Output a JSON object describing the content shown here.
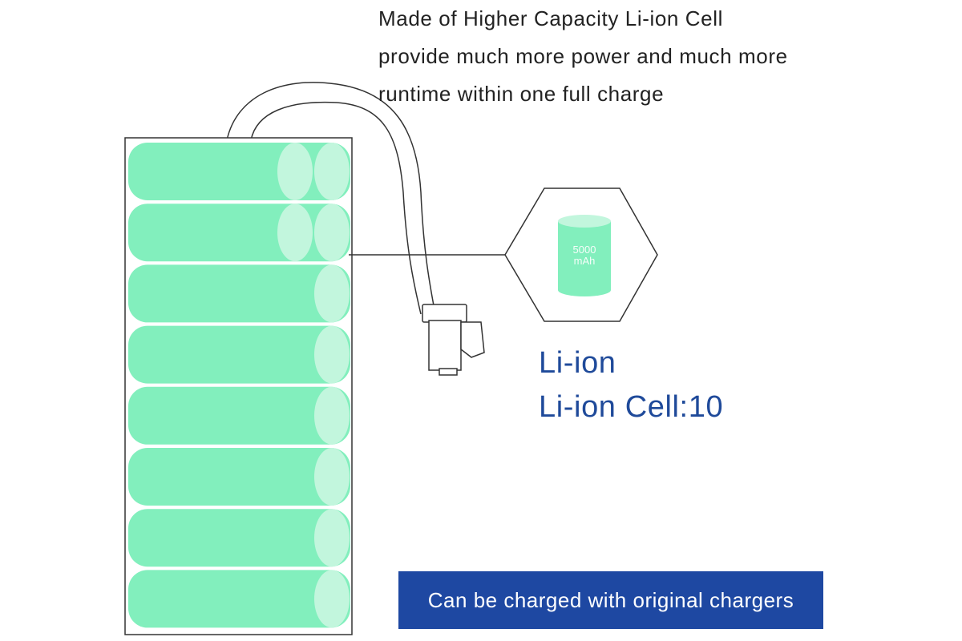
{
  "headline": {
    "lines": [
      "Made of Higher Capacity Li-ion Cell",
      "provide much more power and much more",
      "runtime within one full charge"
    ]
  },
  "callout": {
    "capacity_value": "5000",
    "capacity_unit": "mAh"
  },
  "specs": {
    "line1": "Li-ion",
    "line2": "Li-ion Cell:10"
  },
  "banner": {
    "text": "Can be charged with original chargers"
  },
  "battery": {
    "rows_shown": 8,
    "total_cells": 10
  },
  "colors": {
    "cell_fill": "#82efbd",
    "cell_end": "#c2f6dd",
    "outline": "#333333",
    "spec_text": "#1f4a9a",
    "banner_bg": "#1e48a2",
    "banner_text": "#ffffff"
  },
  "icons": {
    "cell_icon": "battery-cell-icon",
    "connector": "plug-connector-icon"
  }
}
